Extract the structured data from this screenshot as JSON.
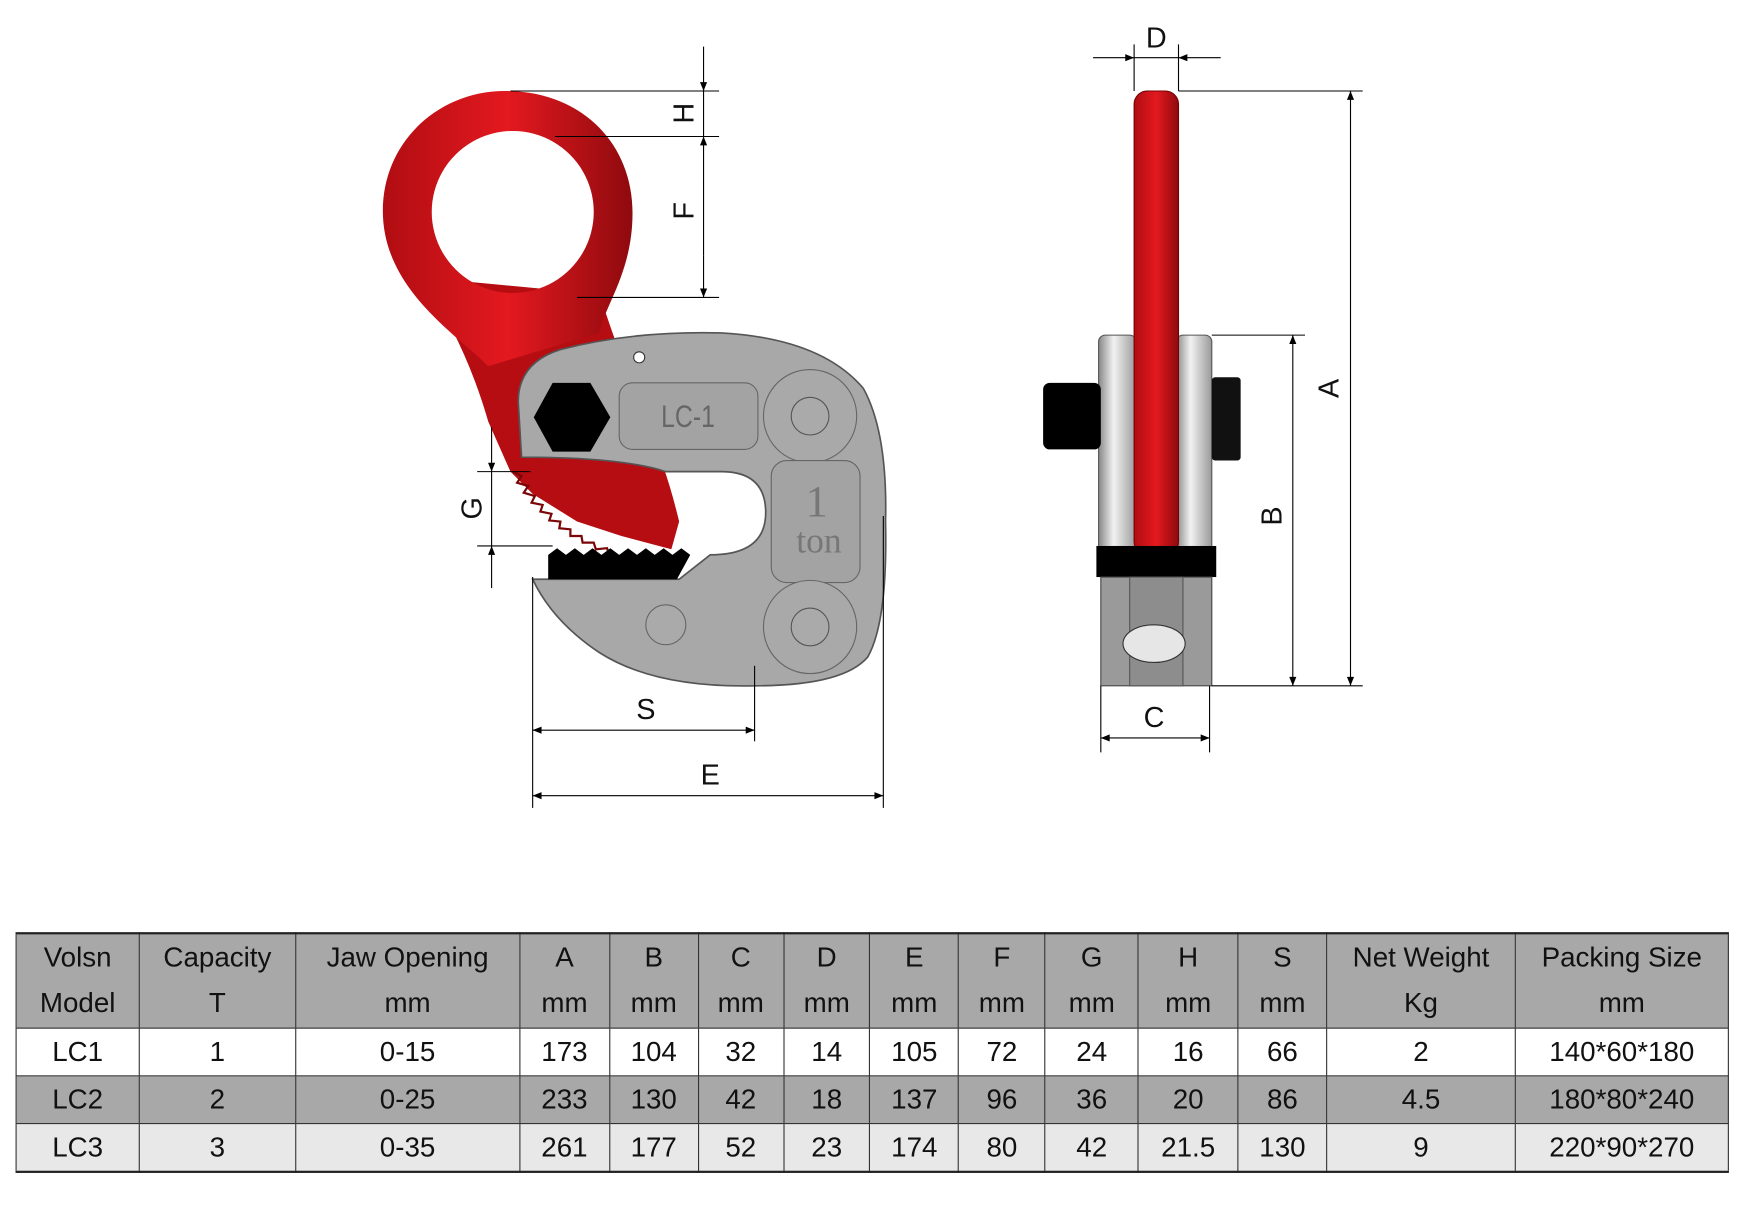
{
  "drawing": {
    "front_view": {
      "model_mark": "LC-1",
      "capacity_mark_number": "1",
      "capacity_mark_unit": "ton",
      "dimension_labels": {
        "H": "H",
        "F": "F",
        "G": "G",
        "S": "S",
        "E": "E"
      }
    },
    "side_view": {
      "dimension_labels": {
        "D": "D",
        "A": "A",
        "B": "B",
        "C": "C"
      }
    },
    "colors": {
      "ring": "#d4121a",
      "body": "#a9a9a9",
      "teeth": "#000000"
    }
  },
  "table": {
    "headers": [
      {
        "line1": "Volsn",
        "line2": "Model"
      },
      {
        "line1": "Capacity",
        "line2": "T"
      },
      {
        "line1": "Jaw Opening",
        "line2": "mm"
      },
      {
        "line1": "A",
        "line2": "mm"
      },
      {
        "line1": "B",
        "line2": "mm"
      },
      {
        "line1": "C",
        "line2": "mm"
      },
      {
        "line1": "D",
        "line2": "mm"
      },
      {
        "line1": "E",
        "line2": "mm"
      },
      {
        "line1": "F",
        "line2": "mm"
      },
      {
        "line1": "G",
        "line2": "mm"
      },
      {
        "line1": "H",
        "line2": "mm"
      },
      {
        "line1": "S",
        "line2": "mm"
      },
      {
        "line1": "Net Weight",
        "line2": "Kg"
      },
      {
        "line1": "Packing Size",
        "line2": "mm"
      }
    ],
    "rows": [
      [
        "LC1",
        "1",
        "0-15",
        "173",
        "104",
        "32",
        "14",
        "105",
        "72",
        "24",
        "16",
        "66",
        "2",
        "140*60*180"
      ],
      [
        "LC2",
        "2",
        "0-25",
        "233",
        "130",
        "42",
        "18",
        "137",
        "96",
        "36",
        "20",
        "86",
        "4.5",
        "180*80*240"
      ],
      [
        "LC3",
        "3",
        "0-35",
        "261",
        "177",
        "52",
        "23",
        "174",
        "80",
        "42",
        "21.5",
        "130",
        "9",
        "220*90*270"
      ]
    ]
  }
}
